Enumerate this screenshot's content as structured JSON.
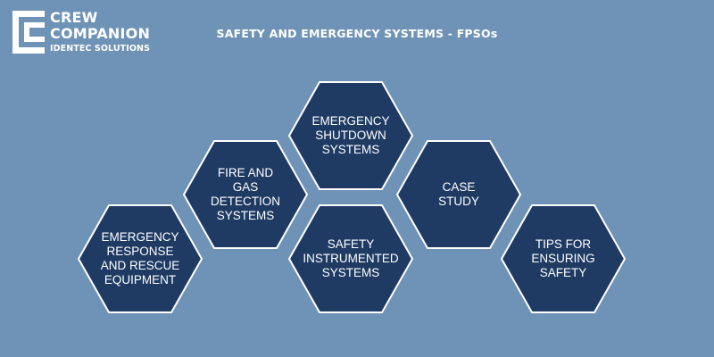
{
  "logo": {
    "line1": "CREW",
    "line2": "COMPANION",
    "line3": "IDENTEC SOLUTIONS"
  },
  "title": "SAFETY AND EMERGENCY SYSTEMS - FPSOs",
  "colors": {
    "background": "#6f93b6",
    "hexagon_fill": "#1f3b64",
    "hexagon_stroke": "#ffffff",
    "text": "#ffffff"
  },
  "hexagons": [
    {
      "label": "EMERGENCY\nRESPONSE\nAND RESCUE\nEQUIPMENT"
    },
    {
      "label": "FIRE AND GAS\nDETECTION\nSYSTEMS"
    },
    {
      "label": "EMERGENCY\nSHUTDOWN\nSYSTEMS"
    },
    {
      "label": "SAFETY\nINSTRUMENTED\nSYSTEMS"
    },
    {
      "label": "CASE\nSTUDY"
    },
    {
      "label": "TIPS FOR\nENSURING\nSAFETY"
    }
  ]
}
